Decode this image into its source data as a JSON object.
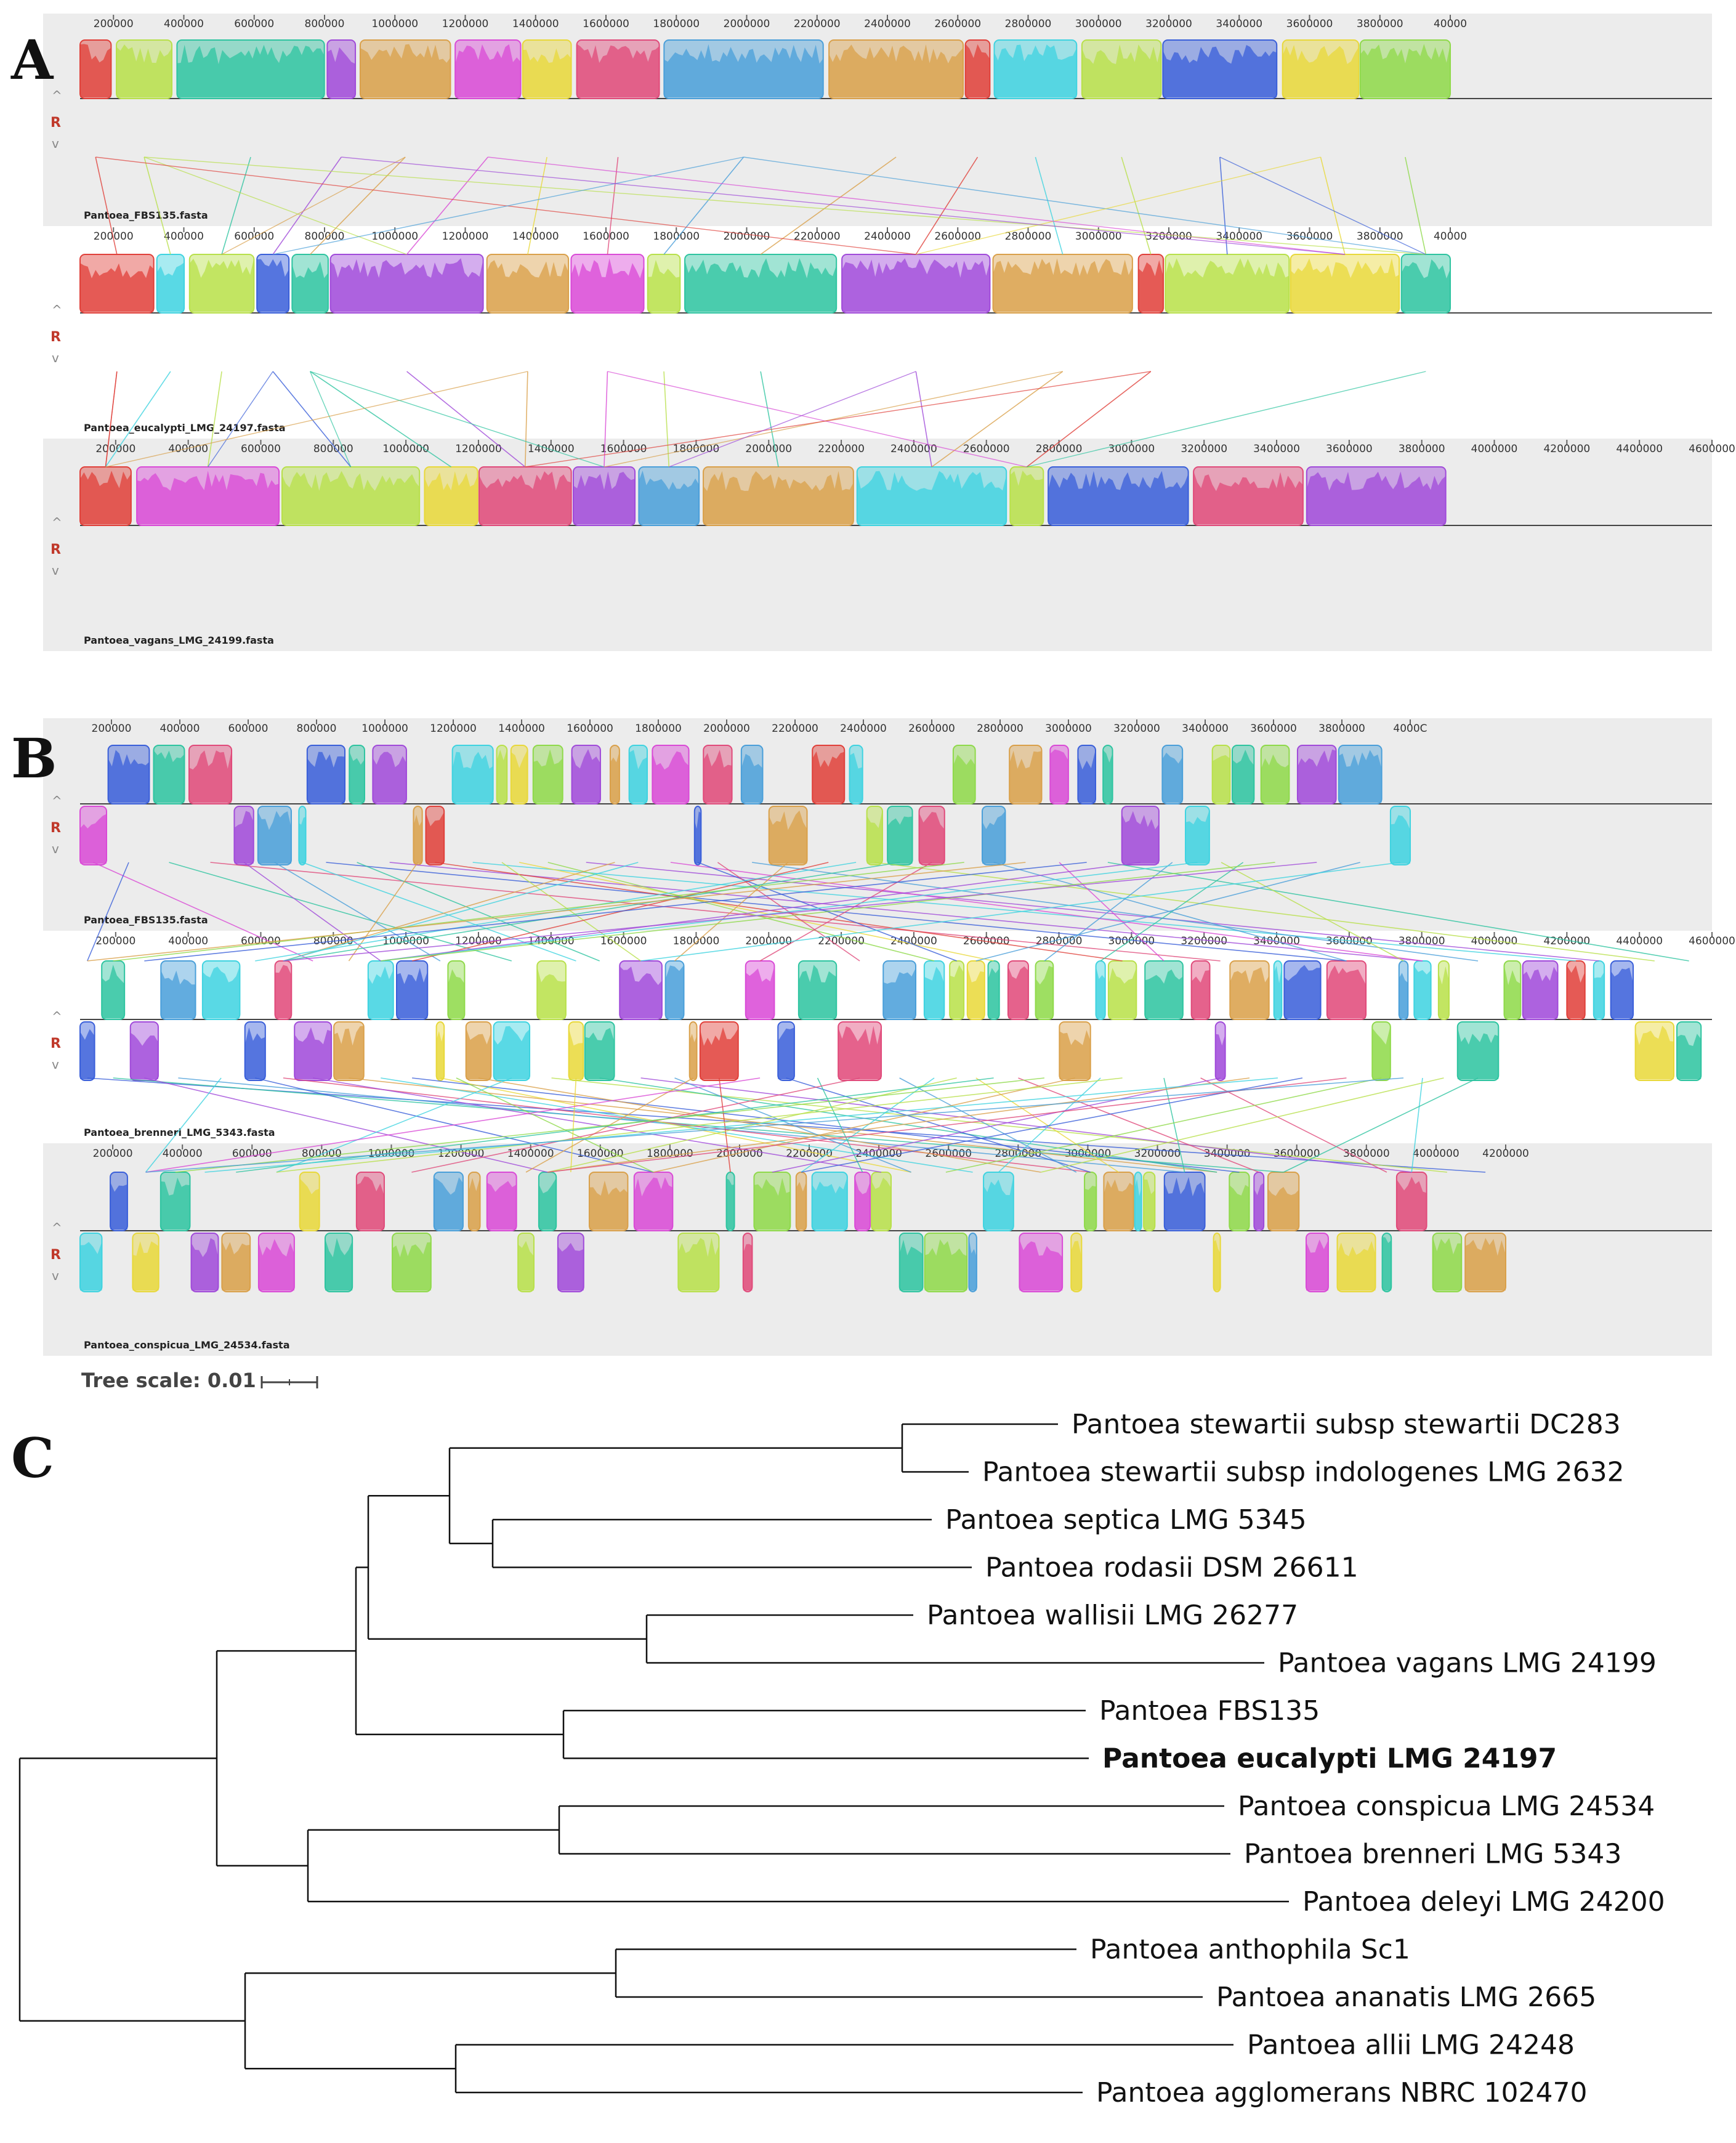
{
  "panel_letters": {
    "a": "A",
    "b": "B",
    "c": "C"
  },
  "mauve_a": {
    "tracks": [
      {
        "label": "Pantoea_FBS135.fasta",
        "ticks": [
          "200000",
          "400000",
          "600000",
          "800000",
          "1000000",
          "1200000",
          "1400000",
          "1600000",
          "1800000",
          "2000000",
          "2200000",
          "2400000",
          "2600000",
          "2800000",
          "3000000",
          "3200000",
          "3400000",
          "3600000",
          "3800000",
          "40000"
        ]
      },
      {
        "label": "Pantoea_eucalypti_LMG_24197.fasta",
        "ticks": [
          "200000",
          "400000",
          "600000",
          "800000",
          "1000000",
          "1200000",
          "1400000",
          "1600000",
          "1800000",
          "2000000",
          "2200000",
          "2400000",
          "2600000",
          "2800000",
          "3000000",
          "3200000",
          "3400000",
          "3600000",
          "3800000",
          "40000"
        ]
      },
      {
        "label": "Pantoea_vagans_LMG_24199.fasta",
        "ticks": [
          "200000",
          "400000",
          "600000",
          "800000",
          "1000000",
          "1200000",
          "1400000",
          "1600000",
          "1800000",
          "2000000",
          "2200000",
          "2400000",
          "2600000",
          "2800000",
          "3000000",
          "3200000",
          "3400000",
          "3600000",
          "3800000",
          "4000000",
          "4200000",
          "4400000",
          "4600000"
        ]
      }
    ]
  },
  "mauve_b": {
    "tracks": [
      {
        "label": "Pantoea_FBS135.fasta",
        "ticks": [
          "200000",
          "400000",
          "600000",
          "800000",
          "1000000",
          "1200000",
          "1400000",
          "1600000",
          "1800000",
          "2000000",
          "2200000",
          "2400000",
          "2600000",
          "2800000",
          "3000000",
          "3200000",
          "3400000",
          "3600000",
          "3800000",
          "4000C"
        ]
      },
      {
        "label": "Pantoea_brenneri_LMG_5343.fasta",
        "ticks": [
          "200000",
          "400000",
          "600000",
          "800000",
          "1000000",
          "1200000",
          "1400000",
          "1600000",
          "1800000",
          "2000000",
          "2200000",
          "2400000",
          "2600000",
          "2800000",
          "3000000",
          "3200000",
          "3400000",
          "3600000",
          "3800000",
          "4000000",
          "4200000",
          "4400000",
          "4600000"
        ]
      },
      {
        "label": "Pantoea_conspicua_LMG_24534.fasta",
        "ticks": [
          "200000",
          "400000",
          "600000",
          "800000",
          "1000000",
          "1200000",
          "1400000",
          "1600000",
          "1800000",
          "2000000",
          "2200000",
          "2400000",
          "2600000",
          "2800000",
          "3000000",
          "3200000",
          "3400000",
          "3600000",
          "3800000",
          "4000000",
          "4200000"
        ]
      }
    ]
  },
  "controls": {
    "up": "^",
    "reverse": "R",
    "down": "v"
  },
  "tree": {
    "scale_label": "Tree scale: 0.01",
    "taxa": [
      {
        "id": "t1",
        "name": "Pantoea stewartii subsp stewartii DC283",
        "bold": false
      },
      {
        "id": "t2",
        "name": "Pantoea stewartii subsp indologenes LMG 2632",
        "bold": false
      },
      {
        "id": "t3",
        "name": "Pantoea septica LMG 5345",
        "bold": false
      },
      {
        "id": "t4",
        "name": "Pantoea rodasii DSM 26611",
        "bold": false
      },
      {
        "id": "t5",
        "name": "Pantoea wallisii LMG 26277",
        "bold": false
      },
      {
        "id": "t6",
        "name": "Pantoea vagans LMG 24199",
        "bold": false
      },
      {
        "id": "t7",
        "name": "Pantoea FBS135",
        "bold": false
      },
      {
        "id": "t8",
        "name": "Pantoea eucalypti LMG 24197",
        "bold": true
      },
      {
        "id": "t9",
        "name": "Pantoea conspicua LMG 24534",
        "bold": false
      },
      {
        "id": "t10",
        "name": "Pantoea brenneri LMG 5343",
        "bold": false
      },
      {
        "id": "t11",
        "name": "Pantoea deleyi LMG 24200",
        "bold": false
      },
      {
        "id": "t12",
        "name": "Pantoea anthophila Sc1",
        "bold": false
      },
      {
        "id": "t13",
        "name": "Pantoea ananatis LMG 2665",
        "bold": false
      },
      {
        "id": "t14",
        "name": "Pantoea allii LMG 24248",
        "bold": false
      },
      {
        "id": "t15",
        "name": "Pantoea agglomerans NBRC 102470",
        "bold": false
      }
    ]
  },
  "colors": {
    "block_palette": [
      "#e0403a",
      "#3fd3e0",
      "#d94ad6",
      "#b8e04a",
      "#3a5fd9",
      "#e8d83a",
      "#2ec4a0",
      "#e04a7a",
      "#8fd94a",
      "#a04ad9",
      "#4a9fd9",
      "#d9a04a"
    ],
    "background_panel": "#ececec",
    "line_color": "#333333"
  }
}
